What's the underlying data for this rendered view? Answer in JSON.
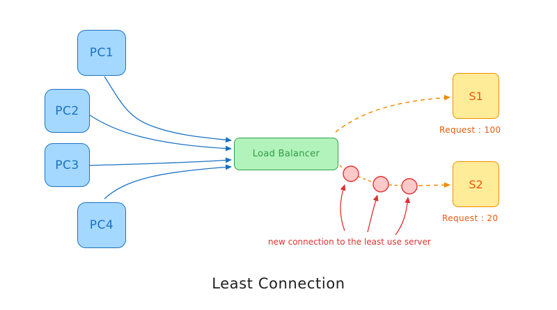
{
  "colors": {
    "pc_fill": "#a5d8ff",
    "pc_stroke": "#1971c2",
    "lb_fill": "#b2f2bb",
    "lb_stroke": "#2f9e44",
    "server_fill": "#ffec99",
    "server_stroke": "#f08c00",
    "server_text": "#e8590c",
    "connection_fill": "#ffc9c9",
    "connection_stroke": "#e03131"
  },
  "clients": [
    {
      "label": "PC1"
    },
    {
      "label": "PC2"
    },
    {
      "label": "PC3"
    },
    {
      "label": "PC4"
    }
  ],
  "load_balancer": {
    "label": "Load Balancer"
  },
  "servers": [
    {
      "label": "S1",
      "request_text": "Request : 100"
    },
    {
      "label": "S2",
      "request_text": "Request : 20"
    }
  ],
  "annotation": "new connection to the least use server",
  "title": "Least Connection"
}
